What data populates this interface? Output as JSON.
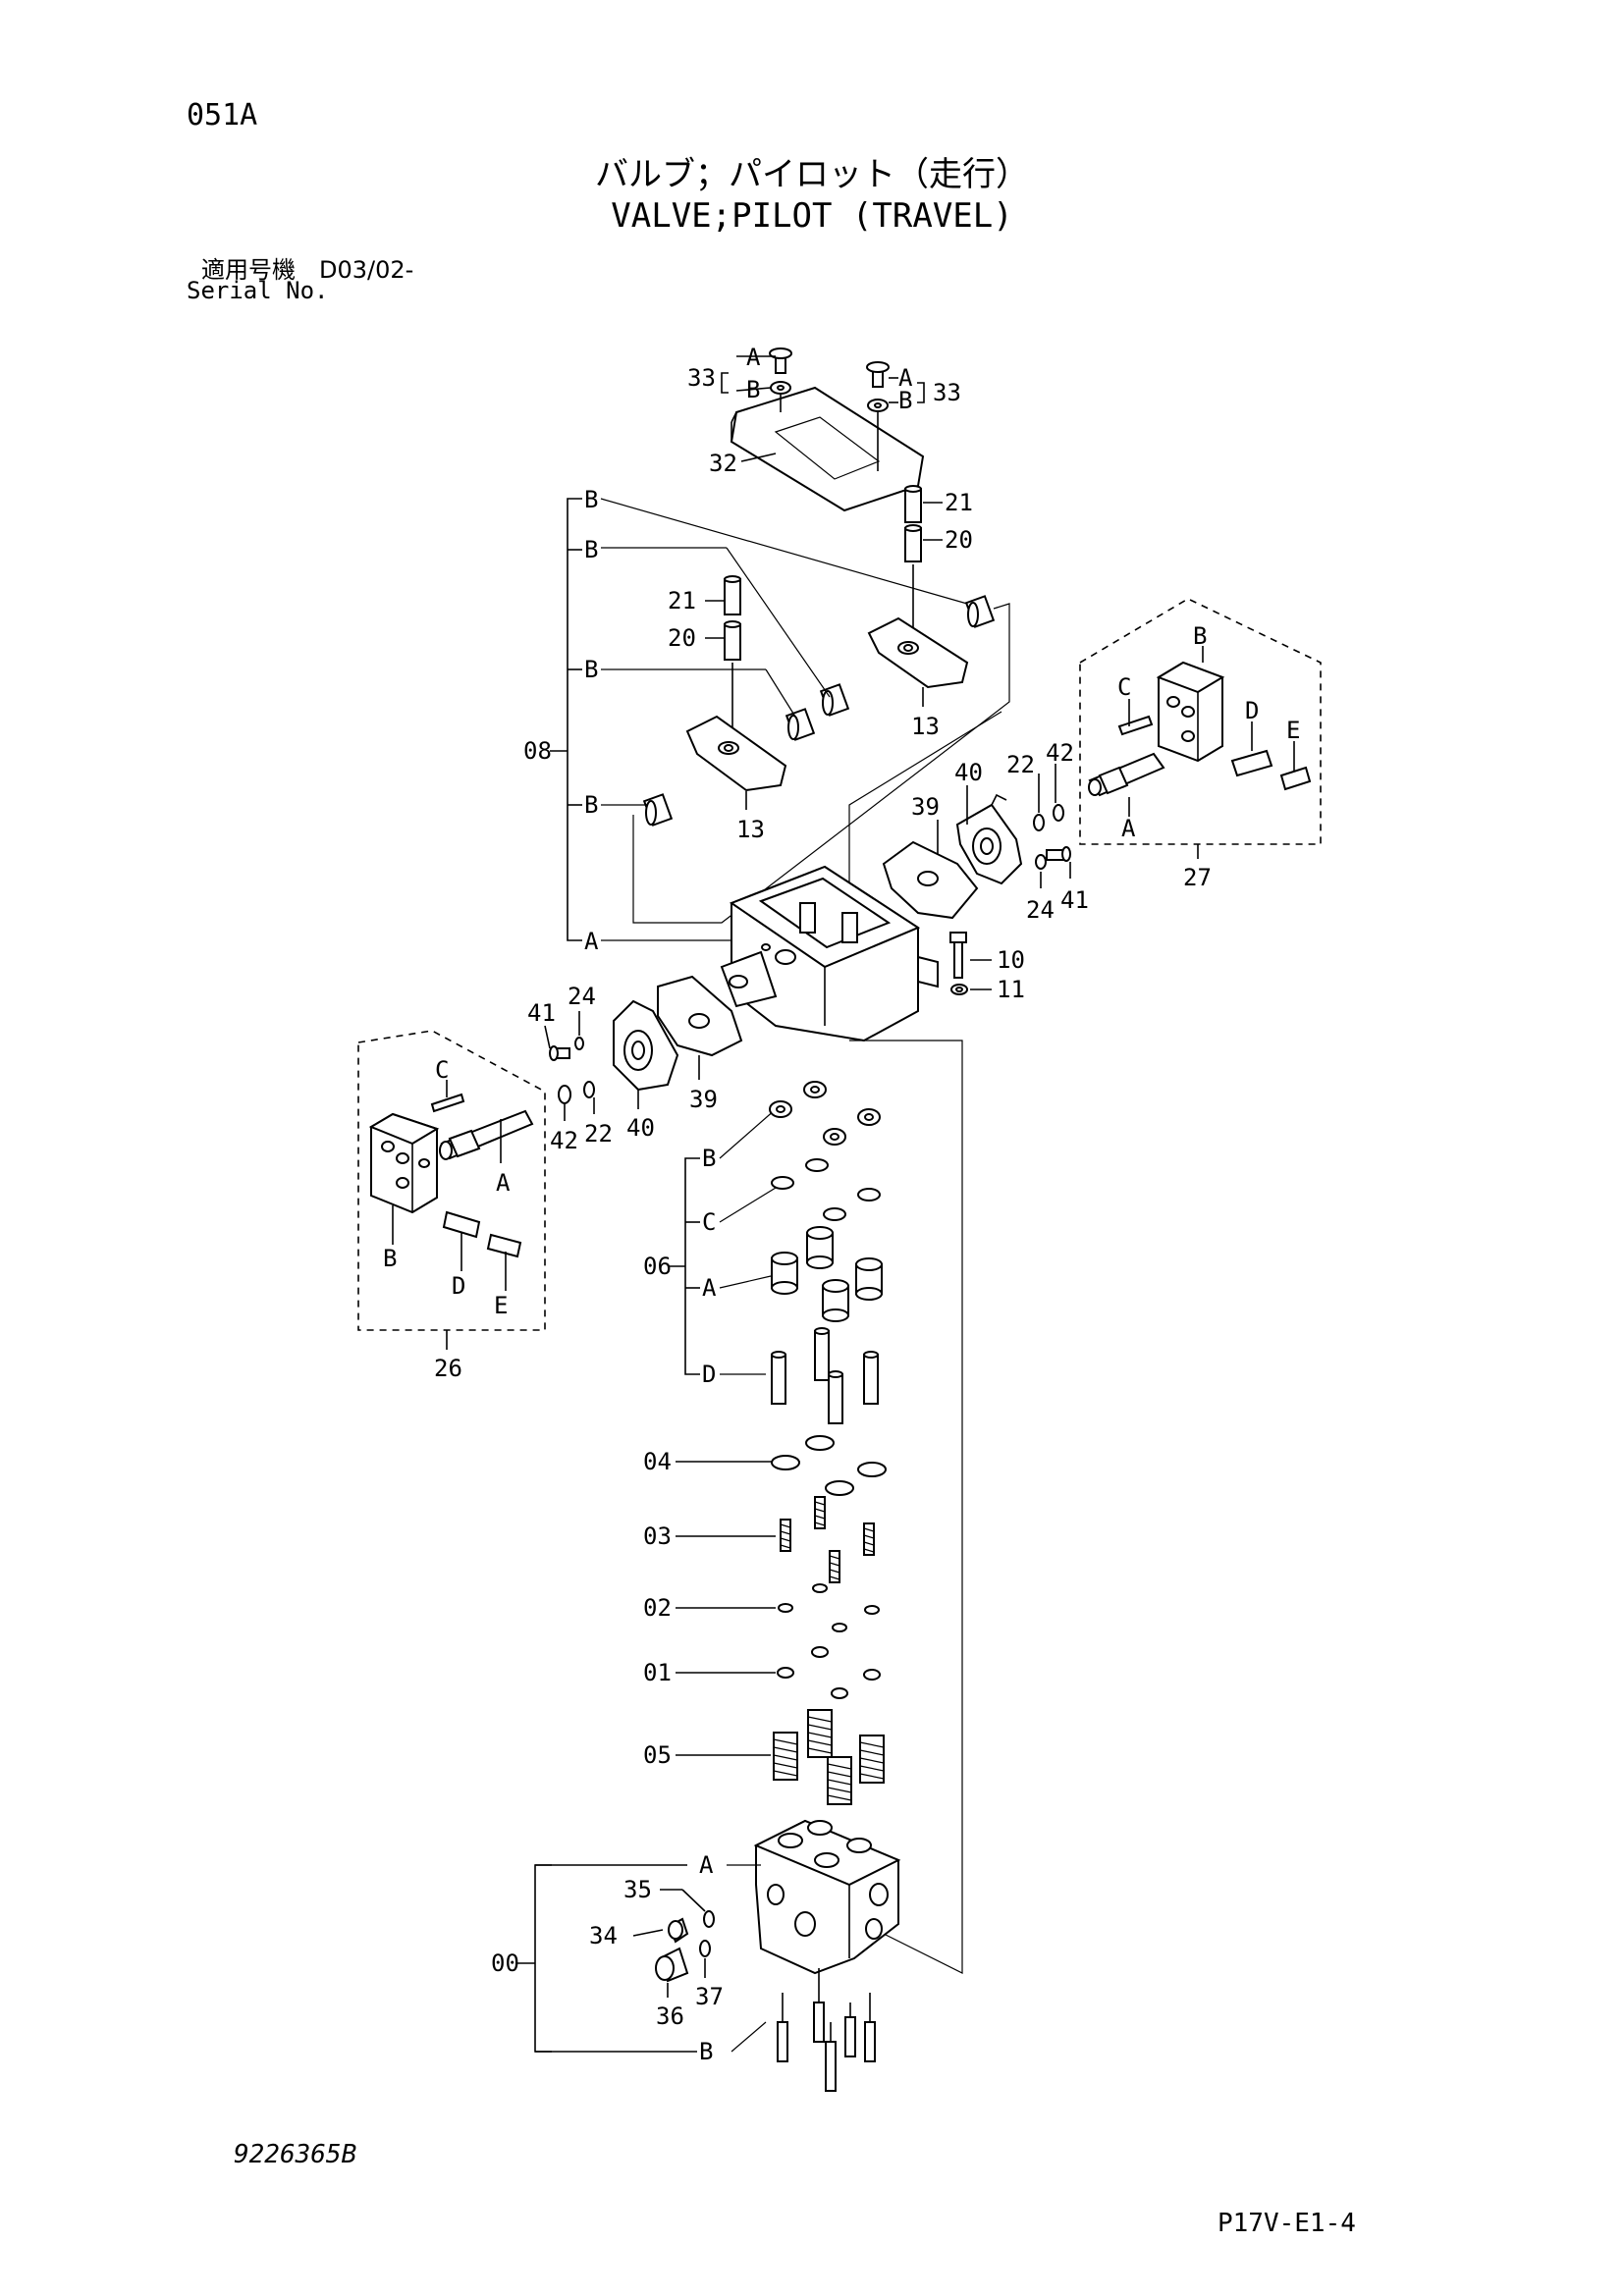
{
  "header": {
    "page_code": "051A",
    "title_jp": "バルブ；パイロット（走行）",
    "title_en": "VALVE;PILOT (TRAVEL)",
    "serial_label_jp": "適用号機　D03/02-",
    "serial_label_en": "Serial No."
  },
  "footer": {
    "drawing_number": "9226365B",
    "page_ref": "P17V-E1-4"
  },
  "callouts": {
    "c33l": "33",
    "c33r": "33",
    "c32": "32",
    "c21a": "21",
    "c20a": "20",
    "c21b": "21",
    "c20b": "20",
    "c08": "08",
    "c13a": "13",
    "c13b": "13",
    "c40a": "40",
    "c39a": "39",
    "c22a": "22",
    "c42a": "42",
    "c24a": "24",
    "c41a": "41",
    "c27": "27",
    "c10": "10",
    "c11": "11",
    "c41b": "41",
    "c24b": "24",
    "c39b": "39",
    "c40b": "40",
    "c42b": "42",
    "c22b": "22",
    "c26": "26",
    "c06": "06",
    "c04": "04",
    "c03": "03",
    "c02": "02",
    "c01": "01",
    "c05": "05",
    "c35": "35",
    "c34": "34",
    "c36": "36",
    "c37": "37",
    "c00": "00"
  },
  "letters": {
    "A": "A",
    "B": "B",
    "C": "C",
    "D": "D",
    "E": "E"
  }
}
